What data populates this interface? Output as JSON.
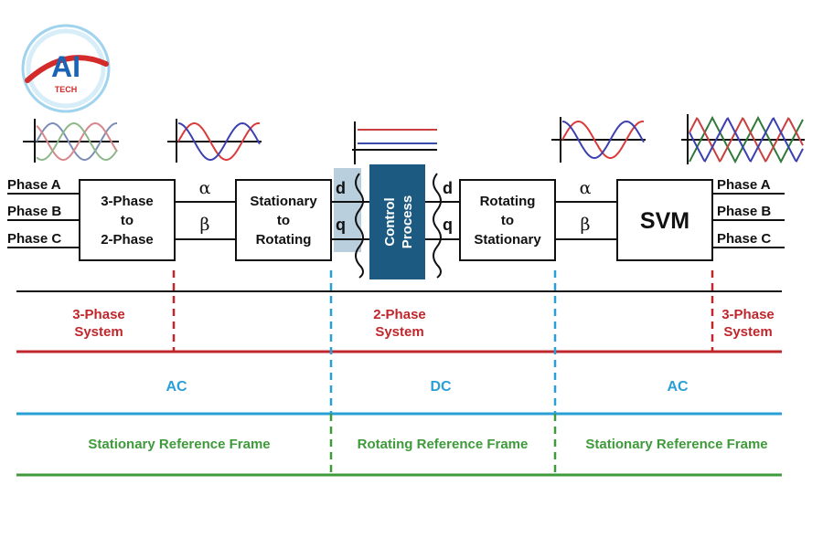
{
  "logo": {
    "text": "AI",
    "subtext": "TECH"
  },
  "inputs": [
    "Phase A",
    "Phase B",
    "Phase C"
  ],
  "outputs": [
    "Phase A",
    "Phase B",
    "Phase C"
  ],
  "blocks": {
    "clarke": [
      "3-Phase",
      "to",
      "2-Phase"
    ],
    "park": [
      "Stationary",
      "to",
      "Rotating"
    ],
    "control": [
      "Control",
      "Process"
    ],
    "inv_park": [
      "Rotating",
      "to",
      "Stationary"
    ],
    "svm": "SVM"
  },
  "signals": {
    "alpha": "α",
    "beta": "β",
    "d": "d",
    "q": "q"
  },
  "rows": {
    "system": {
      "left": [
        "3-Phase",
        "System"
      ],
      "middle": [
        "2-Phase",
        "System"
      ],
      "right": [
        "3-Phase",
        "System"
      ]
    },
    "current": {
      "left": "AC",
      "middle": "DC",
      "right": "AC"
    },
    "frame": {
      "left": "Stationary Reference Frame",
      "middle": "Rotating Reference Frame",
      "right": "Stationary Reference Frame"
    }
  },
  "colors": {
    "red": "#c0272d",
    "blue": "#2a9fd6",
    "green": "#3e9a3a",
    "navy": "#1d5a82"
  }
}
